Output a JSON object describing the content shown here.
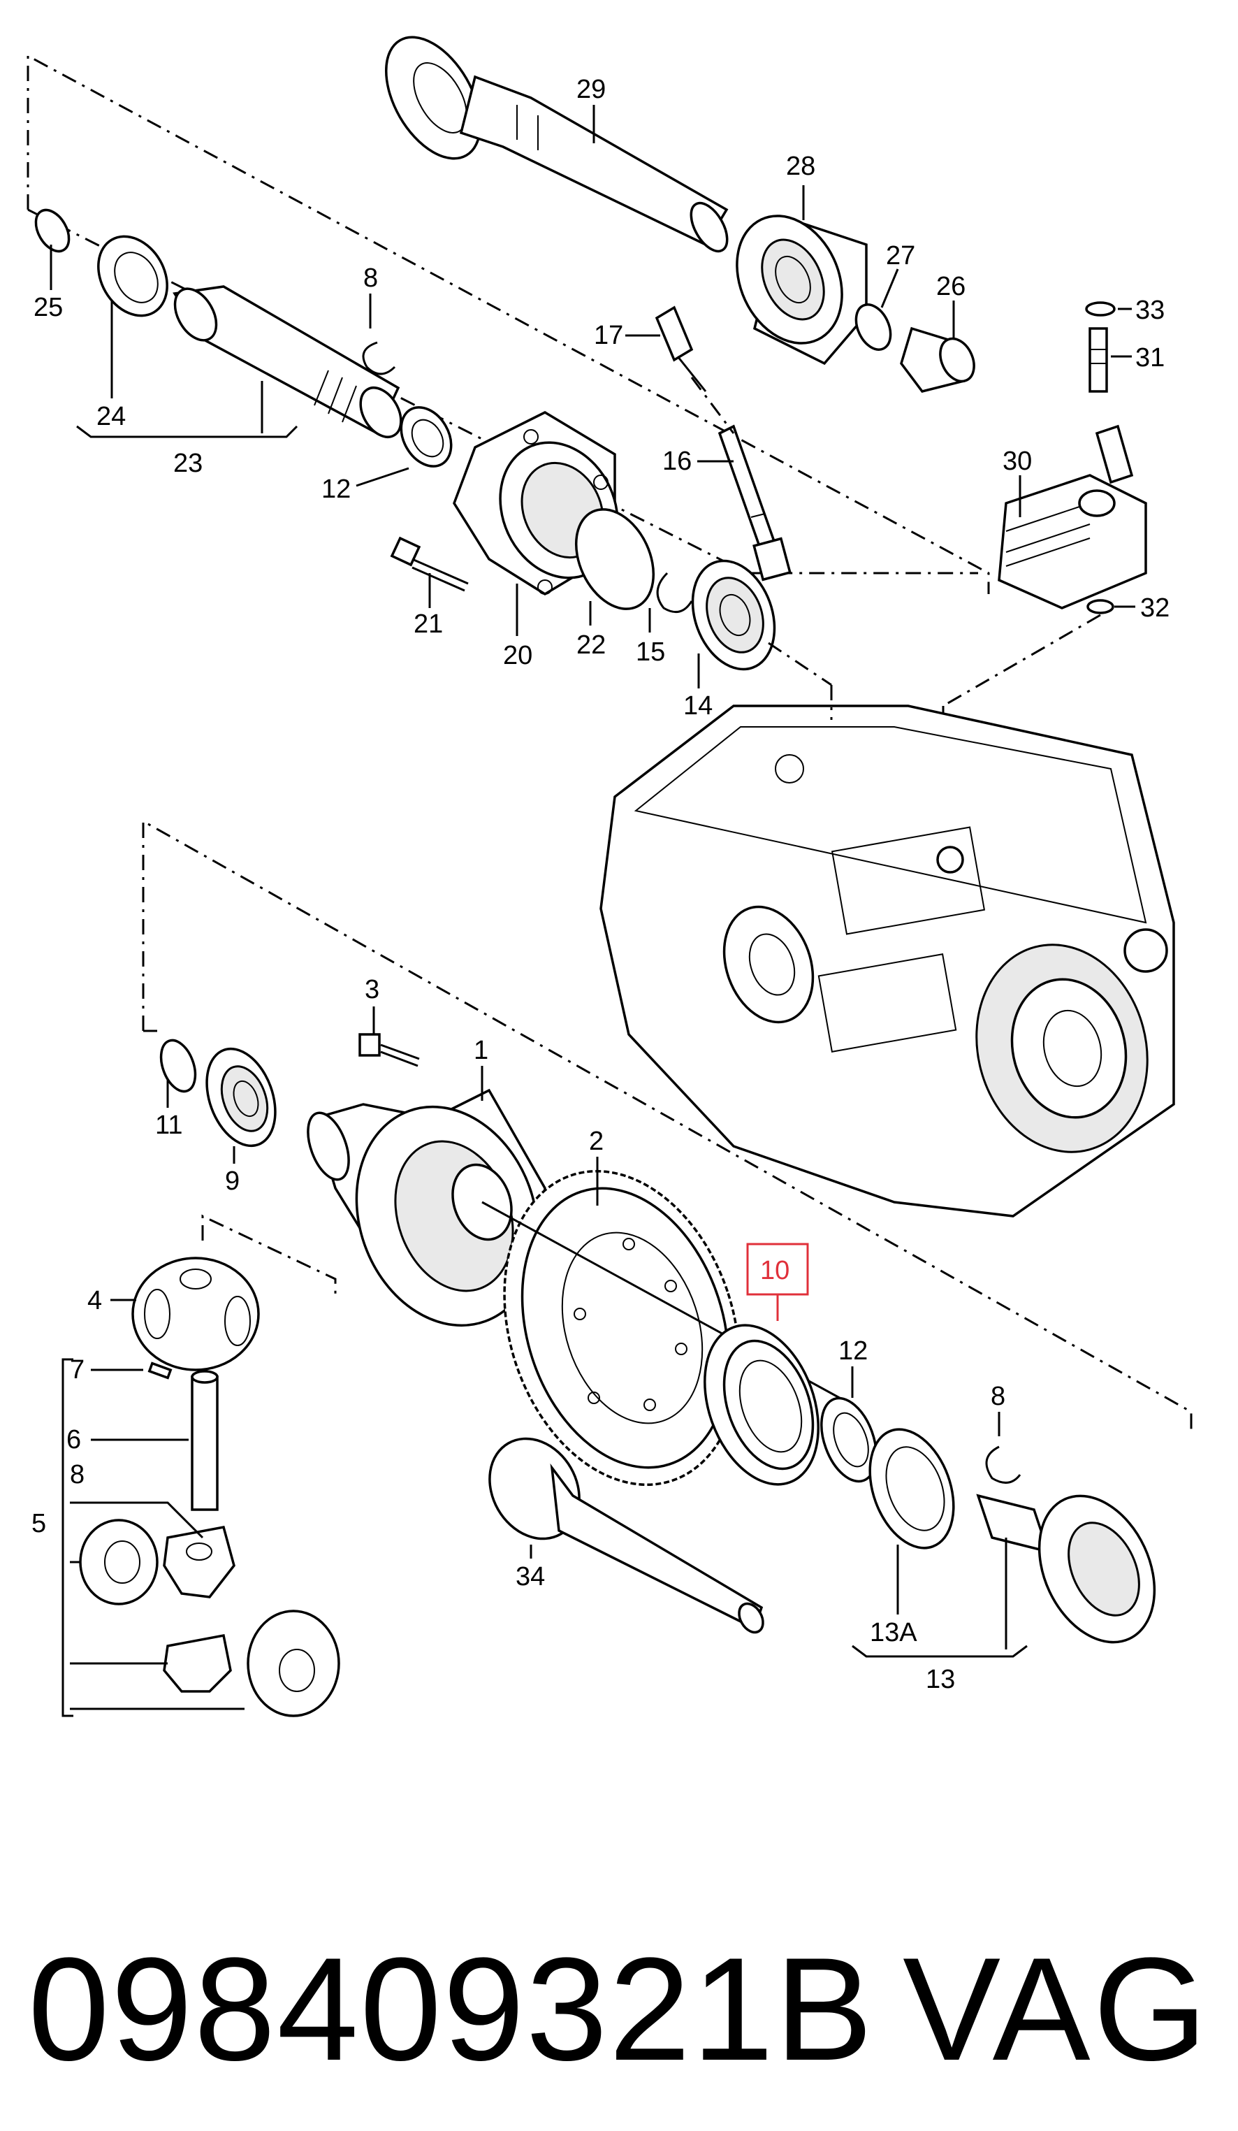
{
  "labels": {
    "l1": "1",
    "l2": "2",
    "l3": "3",
    "l4": "4",
    "l5": "5",
    "l6": "6",
    "l7": "7",
    "l8a": "8",
    "l8b": "8",
    "l8c": "8",
    "l9": "9",
    "l10": "10",
    "l11": "11",
    "l12a": "12",
    "l12b": "12",
    "l13": "13",
    "l13a": "13A",
    "l14": "14",
    "l15": "15",
    "l16": "16",
    "l17": "17",
    "l20": "20",
    "l21": "21",
    "l22": "22",
    "l23": "23",
    "l24": "24",
    "l25": "25",
    "l26": "26",
    "l27": "27",
    "l28": "28",
    "l29": "29",
    "l30": "30",
    "l31": "31",
    "l32": "32",
    "l33": "33",
    "l34": "34"
  },
  "highlight": {
    "label": "10",
    "color": "#e0303a"
  },
  "footer": {
    "part_number": "098409321B",
    "brand": "VAG"
  }
}
